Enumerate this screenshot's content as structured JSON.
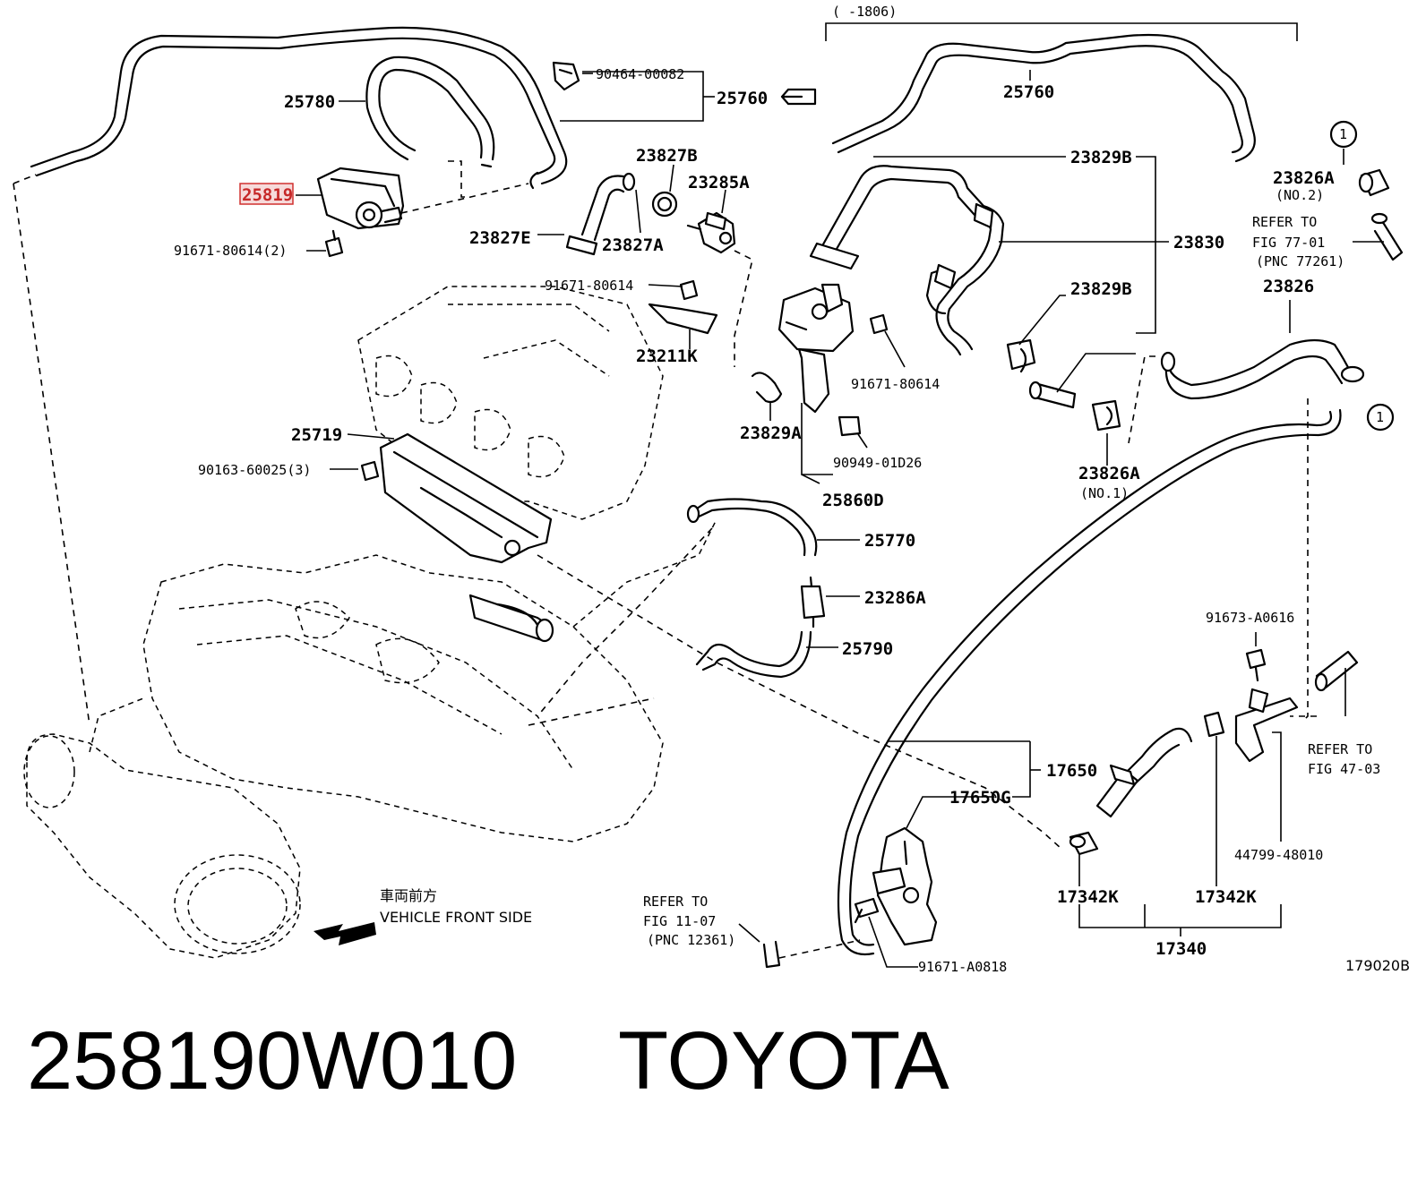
{
  "diagram": {
    "code": "179020B",
    "range_label": "(      -1806)",
    "front_label_jp": "車両前方",
    "front_label_en": "VEHICLE FRONT SIDE",
    "highlighted_part": "25819",
    "labels": {
      "p25780": "25780",
      "p25819": "25819",
      "p91671_80614_2": "91671-80614(2)",
      "p90464": "90464-00082",
      "p25760_left": "25760",
      "p25760_right": "25760",
      "p23827B": "23827B",
      "p23285A": "23285A",
      "p23827E": "23827E",
      "p23827A": "23827A",
      "p91671_80614_a": "91671-80614",
      "p23211K": "23211K",
      "p23829B_top": "23829B",
      "p23830": "23830",
      "p23829B_mid": "23829B",
      "p91671_80614_b": "91671-80614",
      "p23829A": "23829A",
      "p90949": "90949-01D26",
      "p25860D": "25860D",
      "p23826A_top": "23826A",
      "p23826A_top_note": "(NO.2)",
      "p23826": "23826",
      "p23826A_bot": "23826A",
      "p23826A_bot_note": "(NO.1)",
      "p25719": "25719",
      "p90163": "90163-60025(3)",
      "p25770": "25770",
      "p23286A": "23286A",
      "p25790": "25790",
      "p91673": "91673-A0616",
      "p17650": "17650",
      "p17650G": "17650G",
      "p17342K_l": "17342K",
      "p17342K_r": "17342K",
      "p17340": "17340",
      "p44799": "44799-48010",
      "p91671_A0818": "91671-A0818",
      "circle_1a": "1",
      "circle_1b": "1"
    },
    "refers": {
      "fig77_l1": "REFER TO",
      "fig77_l2": "FIG 77-01",
      "fig77_l3": "(PNC 77261)",
      "fig47_l1": "REFER TO",
      "fig47_l2": "FIG 47-03",
      "fig11_l1": "REFER TO",
      "fig11_l2": "FIG 11-07",
      "fig11_l3": "(PNC 12361)"
    }
  },
  "caption": {
    "part_number": "258190W010",
    "brand": "TOYOTA"
  }
}
